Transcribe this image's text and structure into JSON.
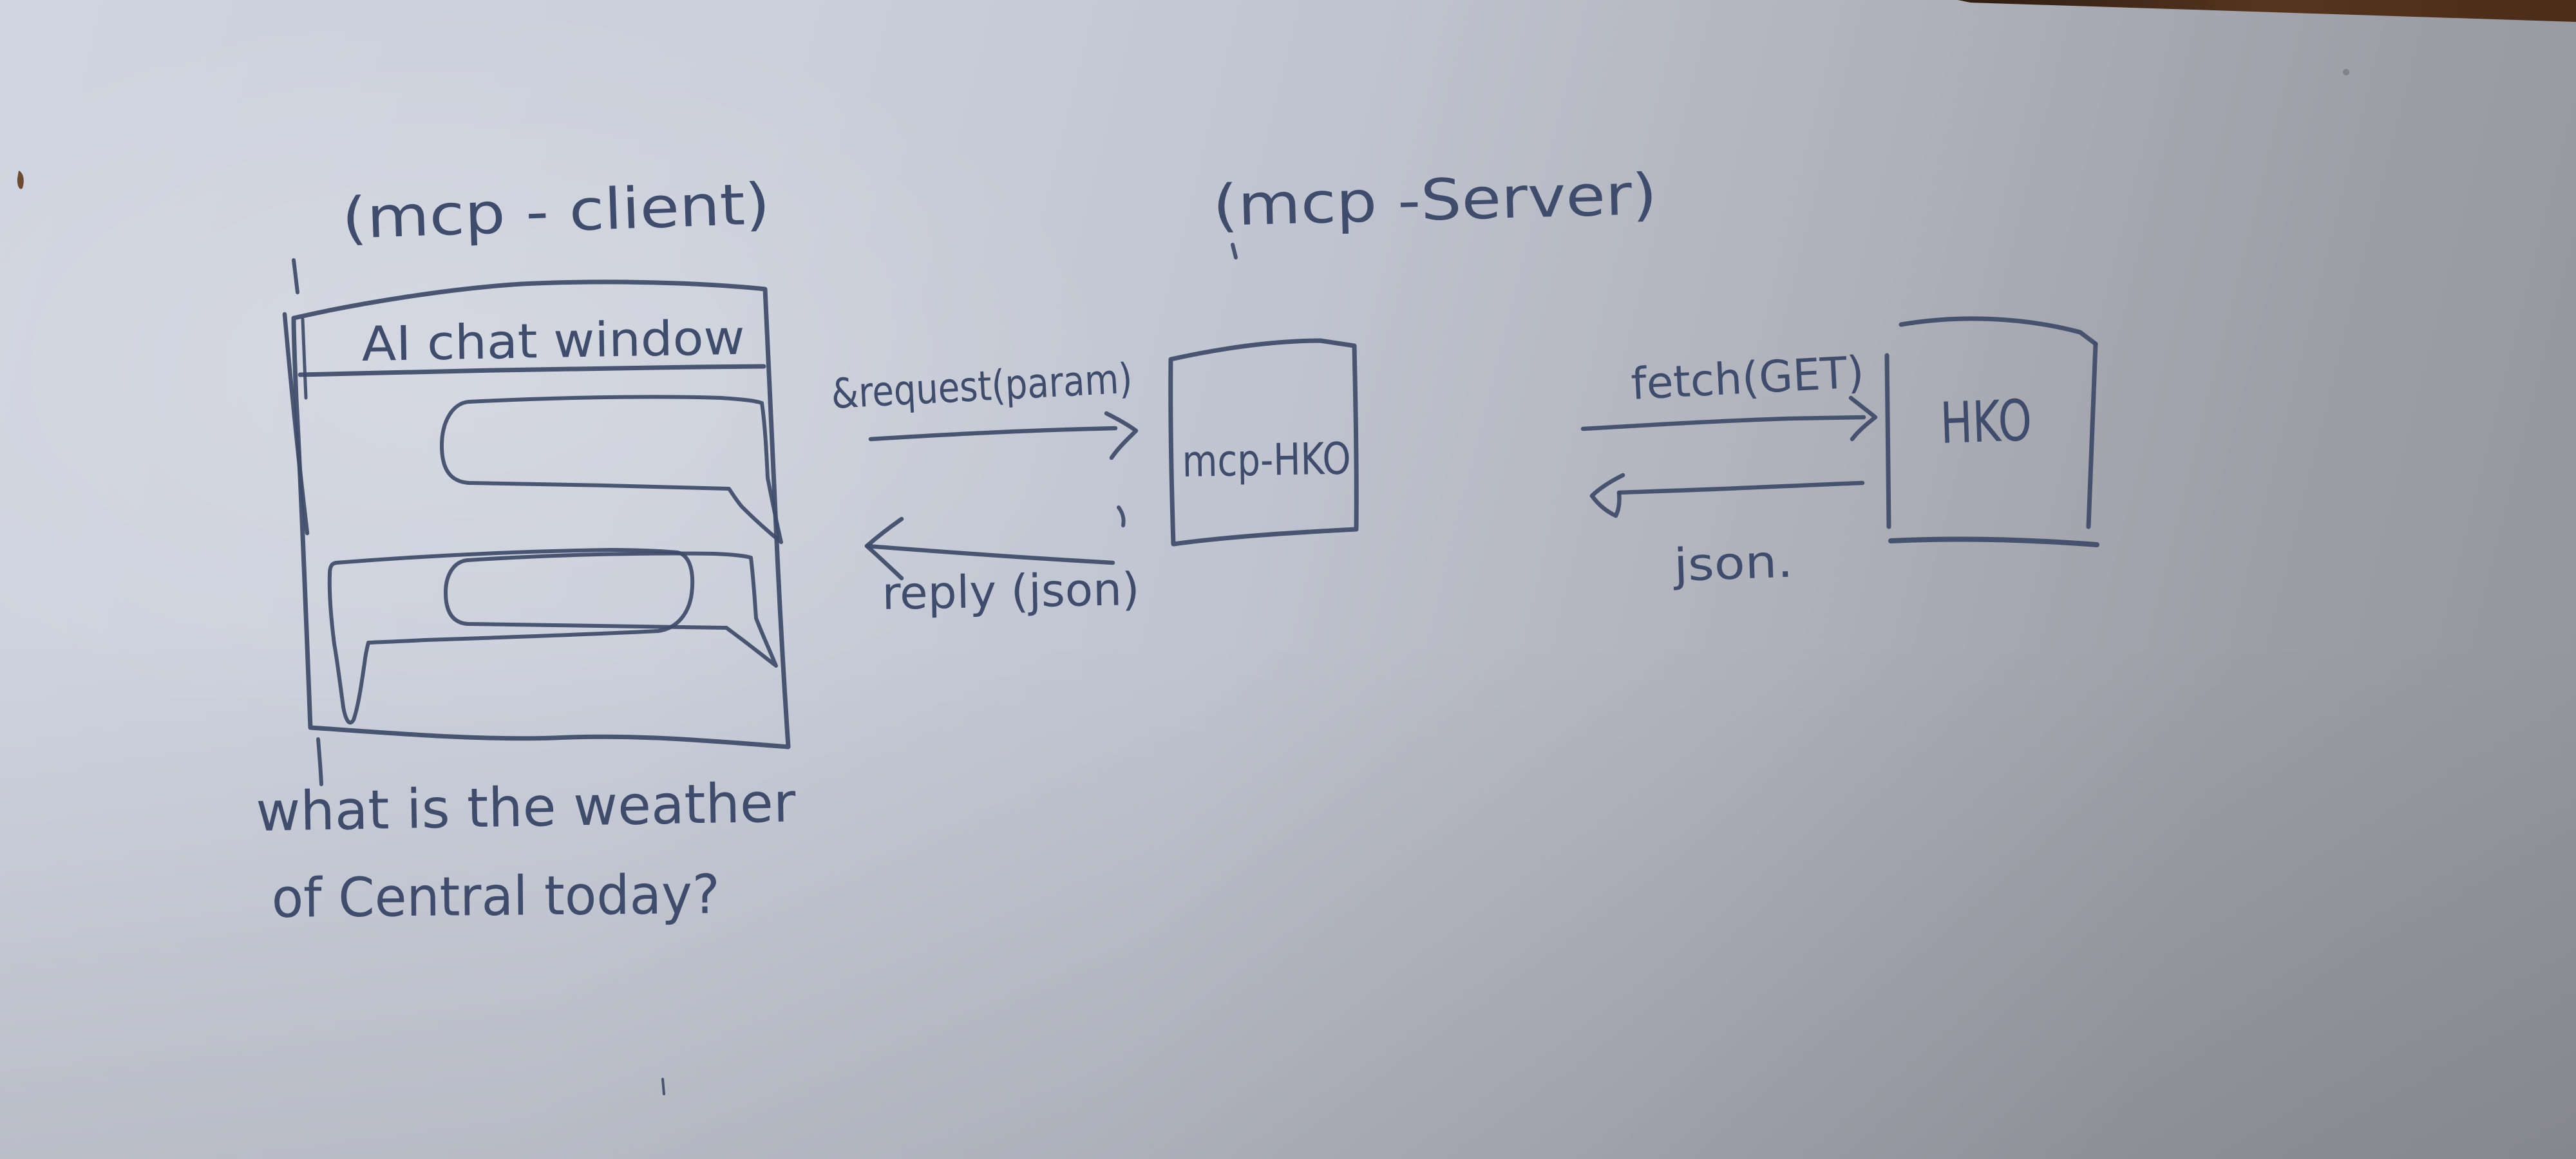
{
  "client": {
    "annotation": "(mcp - client)",
    "window_title": "AI chat window",
    "question_line1": "what is the weather",
    "question_line2": "of Central today?"
  },
  "flow": {
    "request_label": "&request(param)",
    "reply_label": "reply (json)"
  },
  "server": {
    "annotation": "(mcp -Server)",
    "box_label": "mcp-HKO"
  },
  "upstream": {
    "fetch_label": "fetch(GET)",
    "json_label": "json.",
    "box_label": "HKO"
  },
  "colors": {
    "ink": "#3e4b68",
    "paper_light": "#cfd3df",
    "paper_dark": "#96969c",
    "table_wood": "#4e3018"
  }
}
